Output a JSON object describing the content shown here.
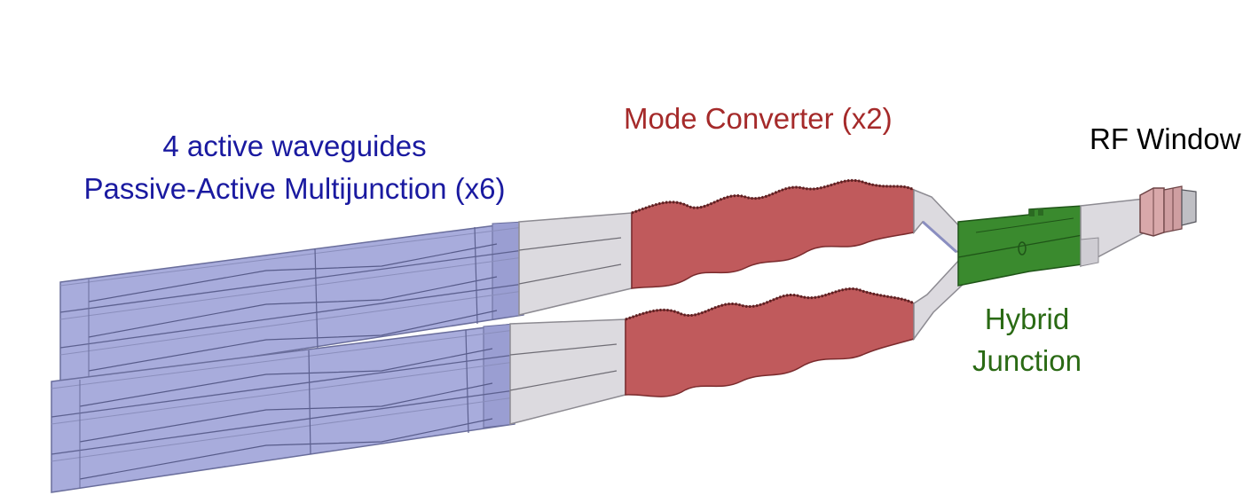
{
  "labels": {
    "multijunction_line1": "4 active waveguides",
    "multijunction_line2": "Passive-Active Multijunction (x6)",
    "mode_converter": "Mode Converter (x2)",
    "rf_window": "RF Window",
    "hybrid_line1": "Hybrid",
    "hybrid_line2": "Junction"
  },
  "colors": {
    "multijunction": "#a8acdc",
    "multijunction_edge": "#6a6e9c",
    "passive_taper": "#dcdadf",
    "taper_edge": "#8d8b92",
    "mode_converter": "#c05a5c",
    "mode_converter_edge": "#7a2b2d",
    "hybrid_junction": "#3a8a2e",
    "hybrid_edge": "#1f5418",
    "window": "#d9a8aa",
    "label_blue": "#1a1aa0",
    "label_red": "#a52a2a",
    "label_green": "#2a6a14",
    "label_black": "#000000"
  }
}
